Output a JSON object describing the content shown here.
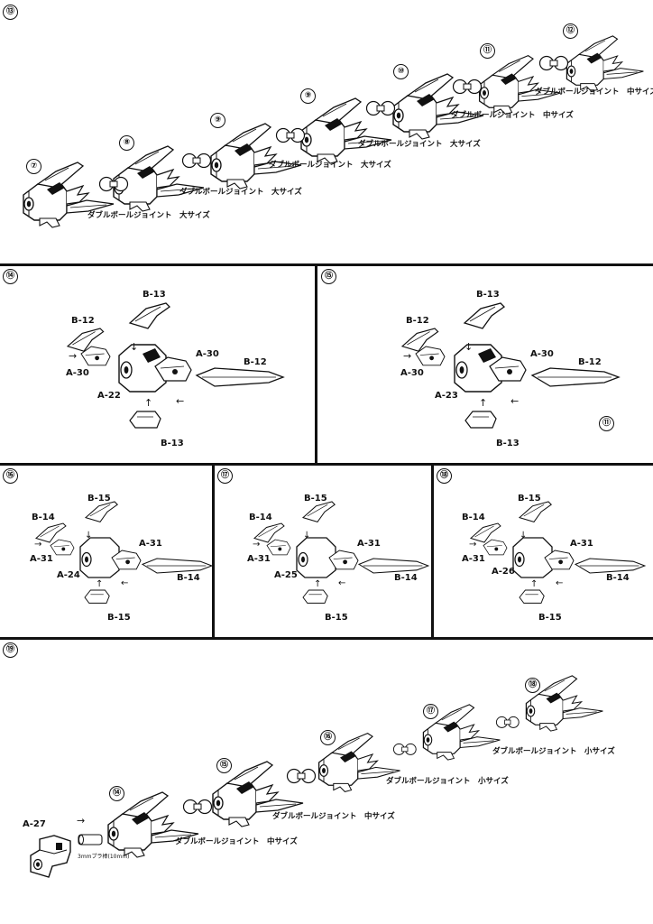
{
  "steps": {
    "s13": "⑬",
    "s14": "⑭",
    "s15": "⑮",
    "s16": "⑯",
    "s17": "⑰",
    "s18": "⑱",
    "s19": "⑲"
  },
  "chain13": {
    "n": [
      "⑦",
      "⑧",
      "⑨",
      "⑨",
      "⑩",
      "⑪",
      "⑫"
    ],
    "joints": [
      "ダブルボールジョイント　大サイズ",
      "ダブルボールジョイント　大サイズ",
      "ダブルボールジョイント　大サイズ",
      "ダブルボールジョイント　大サイズ",
      "ダブルボールジョイント　中サイズ",
      "ダブルボールジョイント　中サイズ"
    ]
  },
  "panel14": {
    "top": "B-13",
    "left": "B-12",
    "leftb": "A-30",
    "mid": "A-30",
    "right": "B-12",
    "core": "A-22",
    "bottom": "B-13"
  },
  "panel15": {
    "top": "B-13",
    "left": "B-12",
    "leftb": "A-30",
    "mid": "A-30",
    "right": "B-12",
    "core": "A-23",
    "bottom": "B-13",
    "note": "⑪"
  },
  "panel16": {
    "top": "B-15",
    "left": "B-14",
    "leftb": "A-31",
    "mid": "A-31",
    "right": "B-14",
    "core": "A-24",
    "bottom": "B-15"
  },
  "panel17": {
    "top": "B-15",
    "left": "B-14",
    "leftb": "A-31",
    "mid": "A-31",
    "right": "B-14",
    "core": "A-25",
    "bottom": "B-15"
  },
  "panel18": {
    "top": "B-15",
    "left": "B-14",
    "leftb": "A-31",
    "mid": "A-31",
    "right": "B-14",
    "core": "A-26",
    "bottom": "B-15"
  },
  "chain19": {
    "n": [
      "⑭",
      "⑮",
      "⑯",
      "⑰",
      "⑱"
    ],
    "joints": [
      "ダブルボールジョイント　中サイズ",
      "ダブルボールジョイント　中サイズ",
      "ダブルボールジョイント　小サイズ",
      "ダブルボールジョイント　小サイズ"
    ],
    "base": "A-27",
    "rod": "3mmプラ棒(10mm)"
  }
}
